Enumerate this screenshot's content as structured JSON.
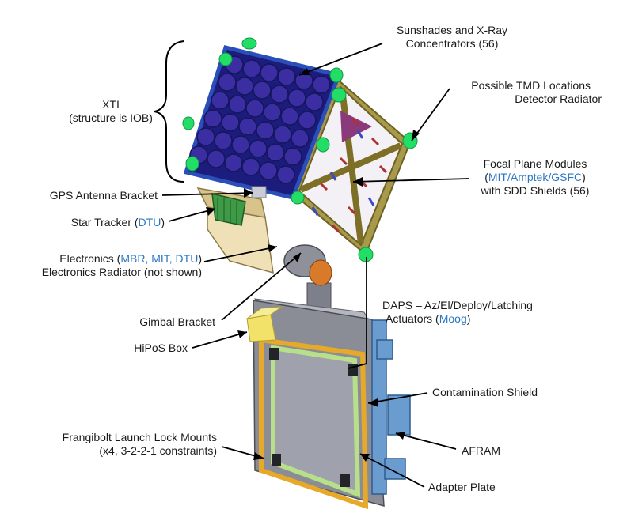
{
  "colors": {
    "label_text": "#1a1a1a",
    "highlight": "#2a78c2",
    "leader_lines": "#000000",
    "optics_panel": "#1a1a7a",
    "optics_lens": "#3a2a9a",
    "frame_olive": "#8a7a2a",
    "marker_green": "#22dd66",
    "spacecraft_gray": "#8a8d96",
    "panel_green": "#b8e08a",
    "rail_gold": "#e6a92a",
    "afram_blue": "#6a9ccf",
    "hipos_yellow": "#f2e26a"
  },
  "labels": {
    "sunshades_line1": "Sunshades and X-Ray",
    "sunshades_line2": "Concentrators (56)",
    "tmd_line1": "Possible TMD Locations",
    "tmd_line2": "Detector Radiator",
    "xti_line1": "XTI",
    "xti_line2": "(structure is IOB)",
    "focal_line1": "Focal Plane Modules",
    "focal_open": "(",
    "focal_blue": "MIT/Amptek/GSFC",
    "focal_close": ")",
    "focal_line3": "with SDD Shields (56)",
    "gps": "GPS Antenna Bracket",
    "star_prefix": "Star Tracker (",
    "star_blue": "DTU",
    "star_suffix": ")",
    "elec_prefix": "Electronics (",
    "elec_blue": "MBR, MIT, DTU",
    "elec_suffix": ")",
    "elec_radiator": "Electronics Radiator (not shown)",
    "gimbal": "Gimbal Bracket",
    "daps_line1": "DAPS – Az/El/Deploy/Latching",
    "daps_prefix": "Actuators  (",
    "daps_blue": "Moog",
    "daps_suffix": ")",
    "hipos": "HiPoS Box",
    "contamination": "Contamination Shield",
    "afram": "AFRAM",
    "frangibolt_line1": "Frangibolt Launch Lock Mounts",
    "frangibolt_line2": "(x4, 3-2-2-1 constraints)",
    "adapter": "Adapter Plate"
  }
}
